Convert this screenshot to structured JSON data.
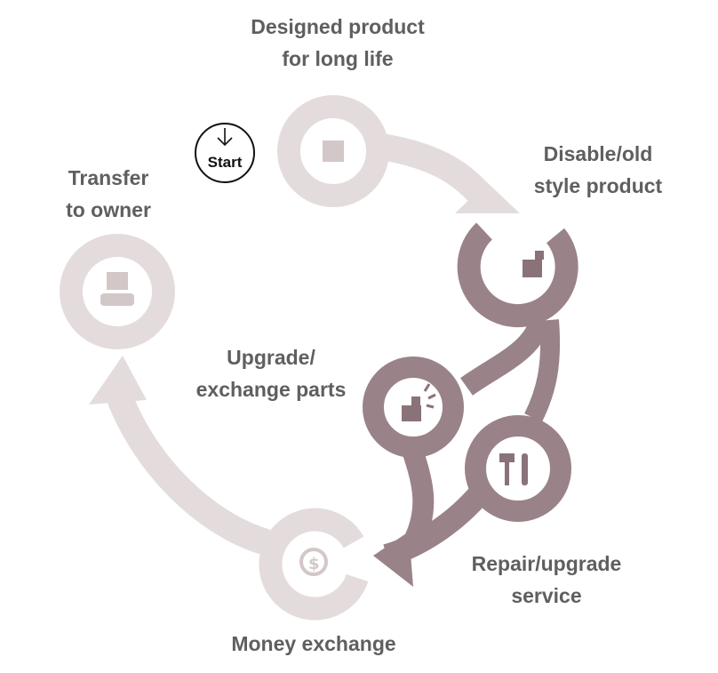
{
  "steps": {
    "designed": {
      "line1": "Designed product",
      "line2": "for long life",
      "icon": "box-icon"
    },
    "disable": {
      "line1": "Disable/old",
      "line2": "style product",
      "icon": "broken-box-icon"
    },
    "upgrade": {
      "line1": "Upgrade/",
      "line2": "exchange parts",
      "icon": "part-swap-icon"
    },
    "repair": {
      "line1": "Repair/upgrade",
      "line2": "service",
      "icon": "tools-icon"
    },
    "money": {
      "line1": "Money exchange",
      "icon": "dollar-cycle-icon"
    },
    "transfer": {
      "line1": "Transfer",
      "line2": "to owner",
      "icon": "person-icon"
    }
  },
  "start": {
    "label": "Start",
    "icon": "down-arrow-icon"
  },
  "colors": {
    "light_ring": "#e4dcdc",
    "light_icon": "#d3c7c7",
    "dark_ring": "#9a8289",
    "dark_icon": "#8a7279",
    "text": "#5f5f5f"
  }
}
